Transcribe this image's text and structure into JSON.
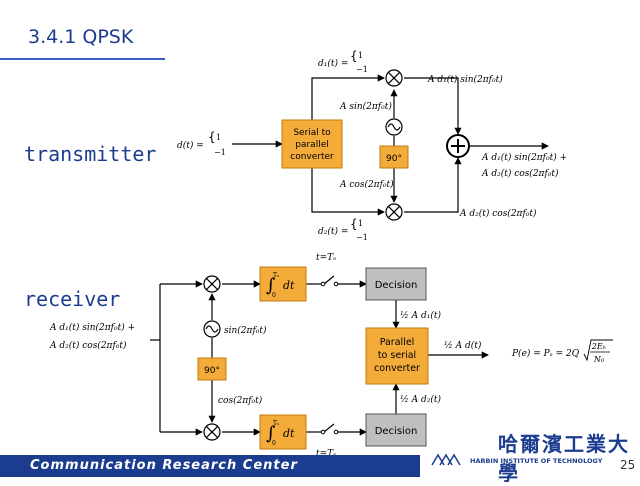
{
  "header": {
    "title": "3.4.1 QPSK"
  },
  "labels": {
    "transmitter": "transmitter",
    "receiver": "receiver"
  },
  "transmitter": {
    "d_input": "d(t) =",
    "d_input_vals": [
      "1",
      "−1"
    ],
    "d1_label": "d₁(t) =",
    "d1_vals": [
      "1",
      "−1"
    ],
    "d2_label": "d₂(t) =",
    "d2_vals": [
      "1",
      "−1"
    ],
    "serial_to_parallel": [
      "Serial to",
      "parallel",
      "converter"
    ],
    "phase_shift": "90°",
    "carrier_sin": "A sin(2πf₀t)",
    "carrier_cos": "A cos(2πf₀t)",
    "upper_product": "A d₁(t) sin(2πf₀t)",
    "lower_product": "A d₂(t) cos(2πf₀t)",
    "output_line1": "A d₁(t) sin(2πf₀t) +",
    "output_line2": "A d₂(t) cos(2πf₀t)"
  },
  "receiver": {
    "input_line1": "A d₁(t) sin(2πf₀t) +",
    "input_line2": "A d₂(t) cos(2πf₀t)",
    "ref_sin": "sin(2πf₀t)",
    "ref_cos": "cos(2πf₀t)",
    "phase_shift": "90°",
    "integrator": "dt",
    "integrator_limits": [
      "Tₛ",
      "0"
    ],
    "sample_time": "t=Tₛ",
    "decision": "Decision",
    "upper_out": "½ A d₁(t)",
    "lower_out": "½ A d₂(t)",
    "parallel_to_serial": [
      "Parallel",
      "to serial",
      "converter"
    ],
    "final_out": "½ A d(t)",
    "error_formula": "P(e) = Pₛ = 2Q",
    "error_sqrt": "2Eₕ",
    "error_denominator": "N₀"
  },
  "footer": {
    "org": "Communication  Research  Center",
    "page": "25",
    "logo_cn": "哈爾濱工業大學",
    "logo_en": "HARBIN INSTITUTE OF TECHNOLOGY"
  },
  "colors": {
    "accent": "#1c3d8f",
    "block_orange": "#f3ab3a",
    "block_gray": "#bfbfbf",
    "line": "#000000"
  }
}
